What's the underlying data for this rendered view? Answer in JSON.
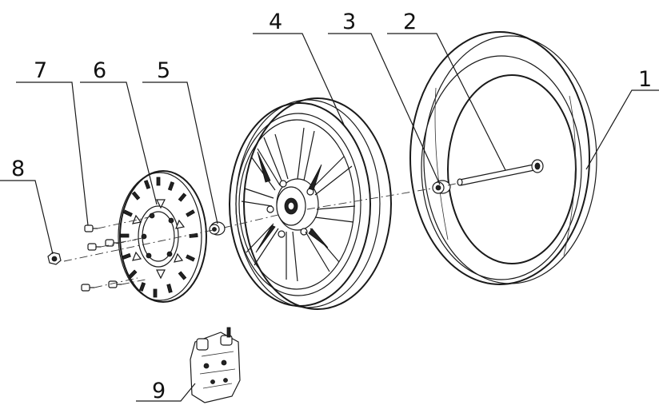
{
  "diagram": {
    "callouts": [
      {
        "label": "1",
        "part": "tire"
      },
      {
        "label": "2",
        "part": "axle"
      },
      {
        "label": "3",
        "part": "bearing"
      },
      {
        "label": "4",
        "part": "wheel-rim"
      },
      {
        "label": "5",
        "part": "spacer"
      },
      {
        "label": "6",
        "part": "brake-disc"
      },
      {
        "label": "7",
        "part": "disc-bolt"
      },
      {
        "label": "8",
        "part": "axle-nut"
      },
      {
        "label": "9",
        "part": "brake-caliper"
      }
    ]
  }
}
